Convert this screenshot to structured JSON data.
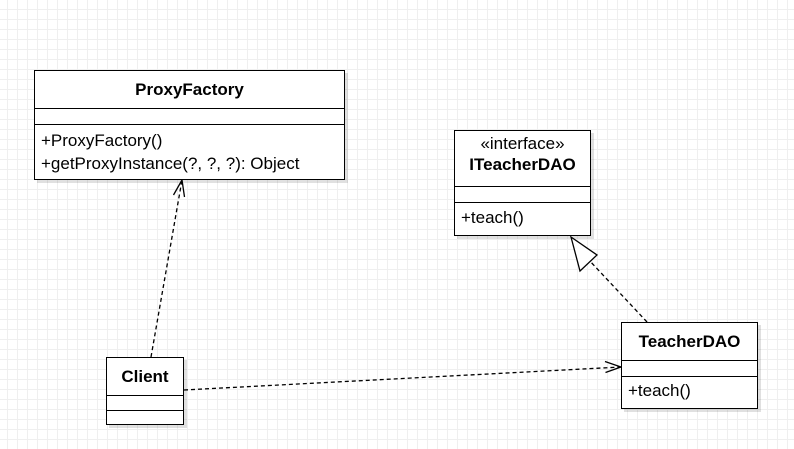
{
  "classes": {
    "proxy_factory": {
      "name": "ProxyFactory",
      "operations": [
        "+ProxyFactory()",
        "+getProxyInstance(?, ?, ?): Object"
      ]
    },
    "iteacher_dao": {
      "stereotype": "«interface»",
      "name": "ITeacherDAO",
      "operations": [
        "+teach()"
      ]
    },
    "teacher_dao": {
      "name": "TeacherDAO",
      "operations": [
        "+teach()"
      ]
    },
    "client": {
      "name": "Client"
    }
  },
  "relationships": [
    {
      "from": "client",
      "to": "proxy_factory",
      "type": "dependency"
    },
    {
      "from": "client",
      "to": "teacher_dao",
      "type": "dependency"
    },
    {
      "from": "teacher_dao",
      "to": "iteacher_dao",
      "type": "realization"
    }
  ]
}
